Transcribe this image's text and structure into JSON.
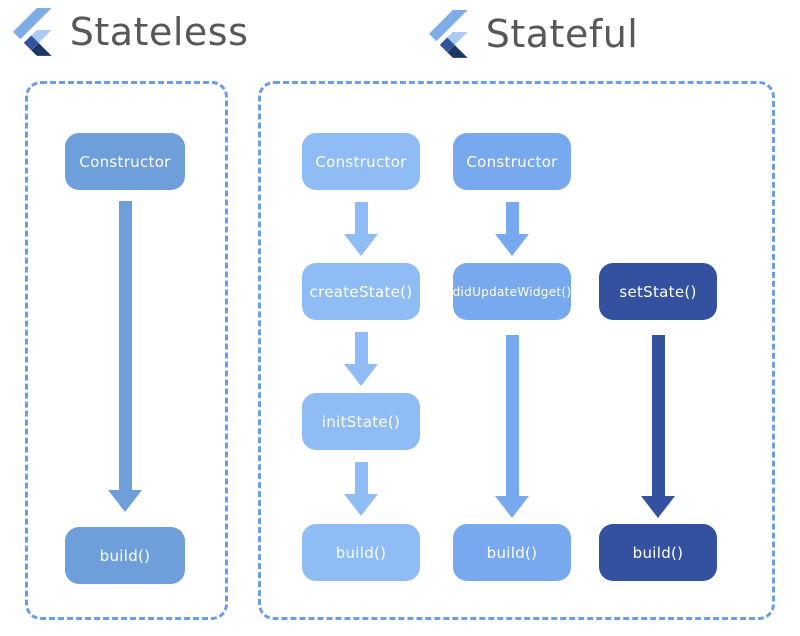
{
  "titles": {
    "stateless": "Stateless",
    "stateful": "Stateful"
  },
  "icons": {
    "flutter_logo": "flutter-logo"
  },
  "colors": {
    "title_text": "#58585a",
    "panel_border": "#6d9ee2",
    "stateless_box": "#6f9fdb",
    "light_box": "#8fbcf4",
    "mid_box": "#78a9ee",
    "dark_box": "#33519e",
    "box_text": "#ffffff",
    "logo_band": "#7fabe7",
    "logo_light": "#acccf5",
    "logo_diamond": "#33539c",
    "logo_dark": "#1c3766"
  },
  "stateless": {
    "nodes": [
      "Constructor",
      "build()"
    ]
  },
  "stateful": {
    "col1": [
      "Constructor",
      "createState()",
      "initState()",
      "build()"
    ],
    "col2": [
      "Constructor",
      "didUpdateWidget()",
      "build()"
    ],
    "col3": [
      "setState()",
      "build()"
    ]
  }
}
